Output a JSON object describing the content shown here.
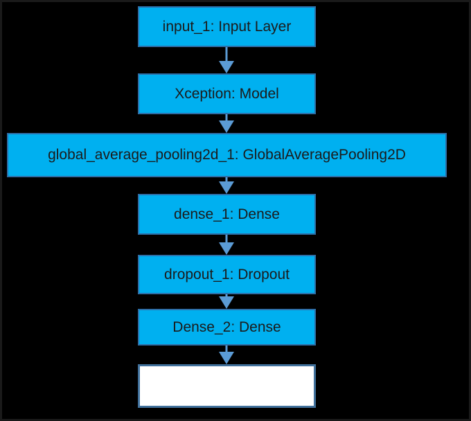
{
  "diagram": {
    "layers": [
      {
        "label": "input_1: Input Layer"
      },
      {
        "label": "Xception: Model"
      },
      {
        "label": "global_average_pooling2d_1: GlobalAveragePooling2D"
      },
      {
        "label": "dense_1: Dense"
      },
      {
        "label": "dropout_1: Dropout"
      },
      {
        "label": "Dense_2: Dense"
      },
      {
        "label": ""
      }
    ],
    "colors": {
      "background": "#000000",
      "box_fill": "#00b0f0",
      "box_border": "#2e6fa8",
      "arrow": "#5b9bd5",
      "empty_fill": "#ffffff",
      "empty_border": "#41719c"
    }
  }
}
